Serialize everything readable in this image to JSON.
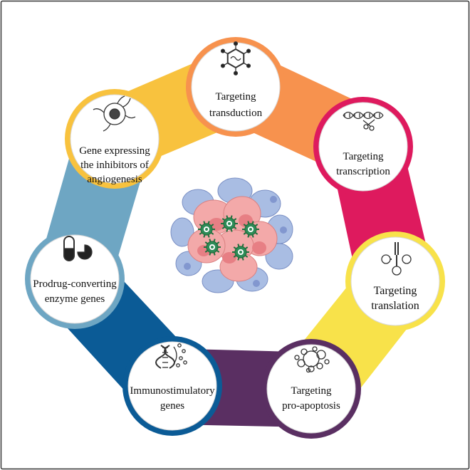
{
  "colors": {
    "background": "#ffffff",
    "frame": "#3a3a3a",
    "center_fill": "#ffffff",
    "healthy_cell": "#a9bde3",
    "healthy_nucleus": "#8297cf",
    "tumor_cell": "#f3a9a9",
    "tumor_nucleus": "#e77f84",
    "virus": "#2e8b57"
  },
  "nodes": [
    {
      "id": "transduction",
      "lines": [
        "Targeting",
        "transduction"
      ],
      "icon": "hexagon-molecule-icon",
      "color": "#f7924e",
      "ring": "#f7924e"
    },
    {
      "id": "transcription",
      "lines": [
        "Targeting",
        "transcription"
      ],
      "icon": "dna-scissors-icon",
      "color": "#de1a5e",
      "ring": "#de1a5e"
    },
    {
      "id": "translation",
      "lines": [
        "Targeting",
        "translation"
      ],
      "icon": "trna-icon",
      "color": "#f8e24a",
      "ring": "#f8e24a"
    },
    {
      "id": "pro-apoptosis",
      "lines": [
        "Targeting",
        "pro-apoptosis"
      ],
      "icon": "apoptotic-bodies-icon",
      "color": "#5a2f62",
      "ring": "#5a2f62"
    },
    {
      "id": "immunostimulatory",
      "lines": [
        "Immunostimulatory",
        "genes"
      ],
      "icon": "dna-antibody-icon",
      "color": "#0b5b96",
      "ring": "#0b5b96"
    },
    {
      "id": "prodrug",
      "lines": [
        "Prodrug-converting",
        "enzyme genes"
      ],
      "icon": "capsule-pill-icon",
      "color": "#6ea6c3",
      "ring": "#6ea6c3"
    },
    {
      "id": "angiogenesis",
      "lines": [
        "Gene expressing",
        "the inhibitors of",
        "angiogenesis"
      ],
      "icon": "tumor-vessel-icon",
      "color": "#f8c23e",
      "ring": "#f8c23e"
    }
  ]
}
